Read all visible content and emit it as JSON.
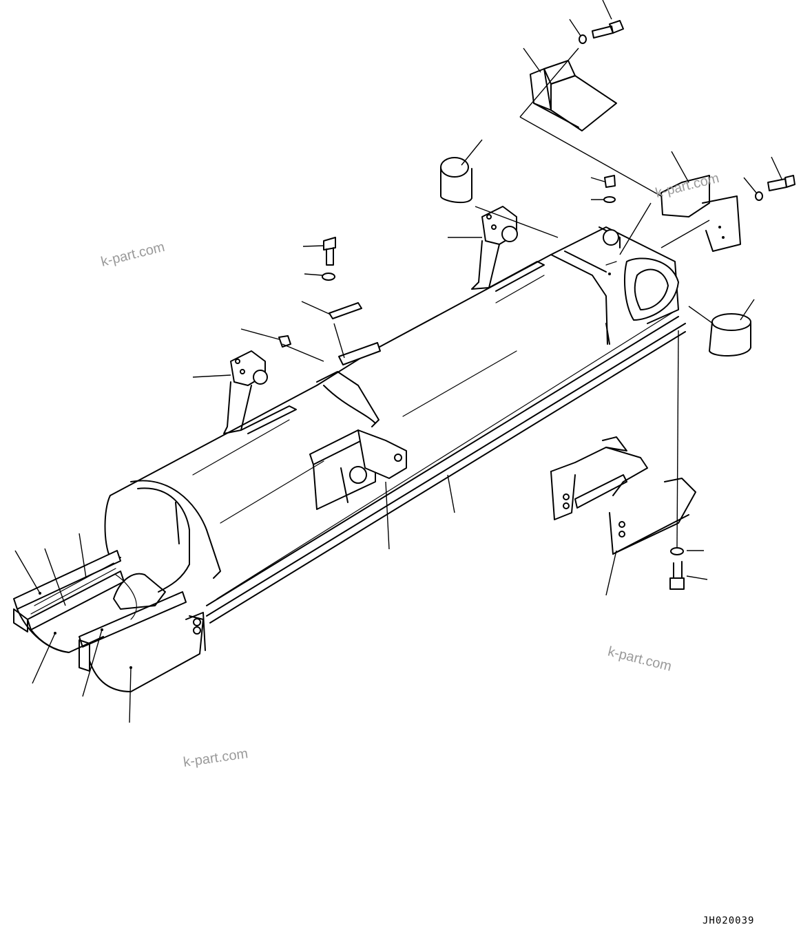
{
  "watermarks": [
    "k-part.com",
    "k-part.com",
    "k-part.com",
    "k-part.com"
  ],
  "drawing_code": "JH020039"
}
